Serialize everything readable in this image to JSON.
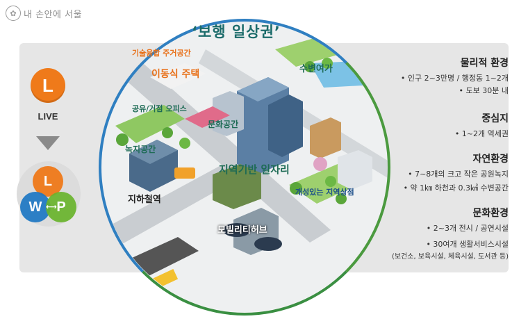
{
  "logo": {
    "emblem_icon": "seoul-emblem-icon",
    "text": "내 손안에 서울"
  },
  "title": "‘보행 일상권’",
  "left_panel": {
    "top_badge": "L",
    "live_label": "LIVE",
    "lwp": {
      "l": "L",
      "w": "W",
      "p": "P",
      "arrow": "⟷"
    }
  },
  "map_labels": {
    "fusion_housing": "기술융합 주거공간",
    "mobile_house": "이동식 주택",
    "waterfront": "수변여가",
    "shared_office": "공유/거점 오피스",
    "culture_space": "문화공간",
    "green_space": "녹지공간",
    "local_jobs": "지역기반 일자리",
    "unique_shops": "개성있는 지역상점",
    "subway": "지하철역",
    "mobility_hub": "모빌리티허브"
  },
  "right_panel": {
    "sections": [
      {
        "title": "물리적 환경",
        "items": [
          "• 인구 2~3만명 / 행정동 1~2개",
          "• 도보 30분 내"
        ]
      },
      {
        "title": "중심지",
        "items": [
          "• 1~2개 역세권"
        ]
      },
      {
        "title": "자연환경",
        "items": [
          "• 7~8개의 크고 작은 공원녹지",
          "• 약 1㎞ 하천과 0.3㎢ 수변공간"
        ]
      },
      {
        "title": "문화환경",
        "items": [
          "• 2~3개 전시 / 공연시설",
          "• 30여개 생활서비스시설",
          "(보건소, 보육시설, 체육시설, 도서관 등)"
        ]
      }
    ]
  },
  "colors": {
    "orange": "#ef7a1a",
    "blue": "#1e78c4",
    "green": "#6ab42d",
    "title_teal": "#1b6b6a",
    "band_gray": "#e6e6e6"
  }
}
